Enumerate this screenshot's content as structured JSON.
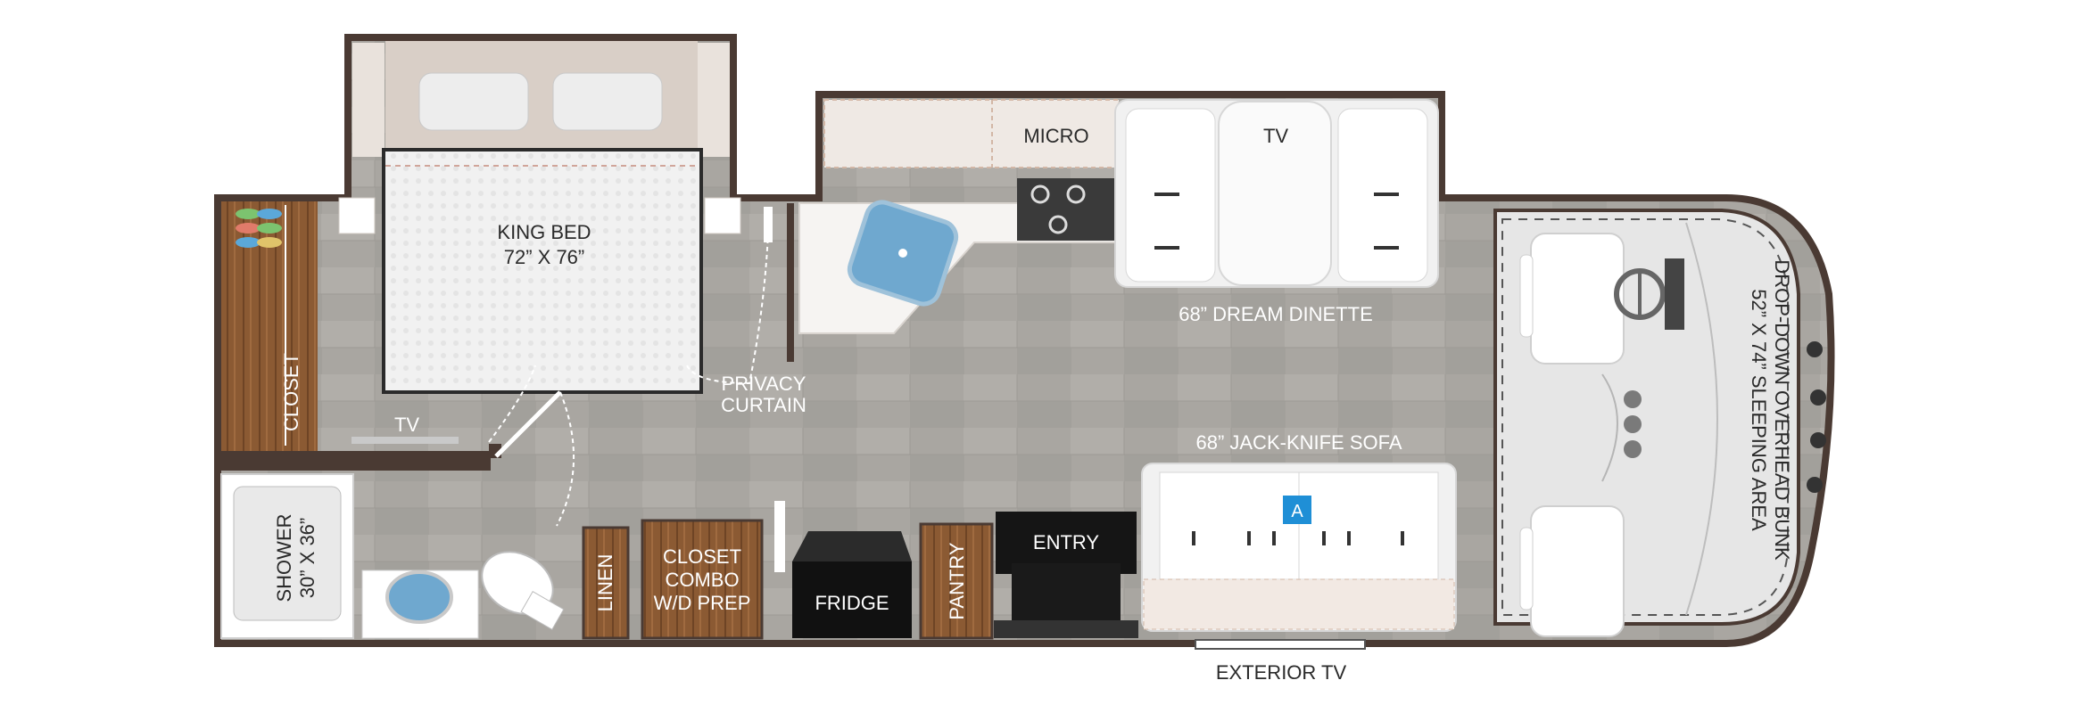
{
  "labels": {
    "king_bed": "KING BED",
    "king_bed_size": "72” X 76”",
    "micro": "MICRO",
    "tv_dinette": "TV",
    "dream_dinette": "68” DREAM DINETTE",
    "closet_left": "CLOSET",
    "tv_bedroom": "TV",
    "privacy_curtain_1": "PRIVACY",
    "privacy_curtain_2": "CURTAIN",
    "jackknife_sofa": "68” JACK-KNIFE SOFA",
    "sofa_marker": "A",
    "bunk_1": "DROP-DOWN OVERHEAD BUNK",
    "bunk_2": "52” X 74” SLEEPING AREA",
    "shower_1": "SHOWER",
    "shower_2": "30” X 36”",
    "linen": "LINEN",
    "closet_combo_1": "CLOSET",
    "closet_combo_2": "COMBO",
    "closet_combo_3": "W/D PREP",
    "fridge": "FRIDGE",
    "pantry": "PANTRY",
    "entry": "ENTRY",
    "exterior_tv": "EXTERIOR TV"
  },
  "colors": {
    "wall": "#4a3a33",
    "floor": "#a9a6a1",
    "cabinet": "#8a5a34",
    "counter": "#f4f1ee",
    "accent_blue": "#1f8fd6"
  }
}
